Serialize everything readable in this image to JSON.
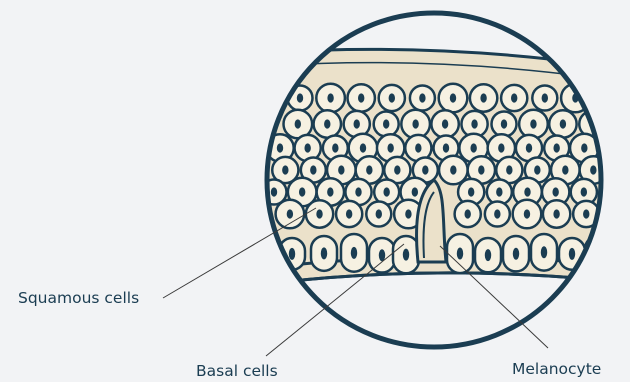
{
  "labels": {
    "squamous": "Squamous cells",
    "basal": "Basal cells",
    "melanocyte": "Melanocyte"
  },
  "colors": {
    "background": "#f2f3f5",
    "outline": "#1b3d52",
    "cell_fill": "#f6f1e2",
    "tissue_fill": "#ebe1ca",
    "nucleus": "#1b3d52",
    "leader_line": "#3a3a3a"
  }
}
